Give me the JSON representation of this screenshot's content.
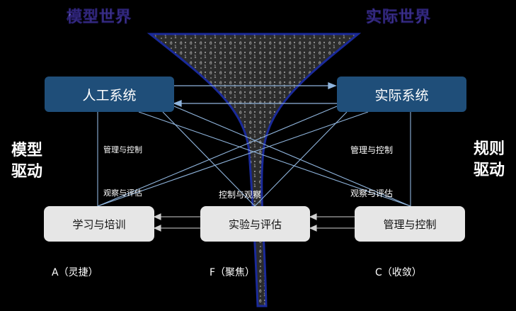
{
  "headings": {
    "left": "模型世界",
    "right": "实际世界"
  },
  "side_labels": {
    "left": [
      "模型",
      "驱动"
    ],
    "right": [
      "规则",
      "驱动"
    ]
  },
  "top_boxes": {
    "left": "人工系统",
    "right": "实际系统"
  },
  "bottom_boxes": {
    "left": "学习与培训",
    "center": "实验与评估",
    "right": "管理与控制"
  },
  "line_labels": {
    "left_upper": "管理与控制",
    "left_lower": "观察与评估",
    "center": "控制与观察",
    "right_upper": "管理与控制",
    "right_lower": "观察与评估"
  },
  "captions": {
    "a": "A（灵捷）",
    "f": "F（聚焦）",
    "c": "C（收敛）"
  },
  "colors": {
    "top_box": "#1f4e79",
    "bottom_box": "#e6e6e6",
    "connector": "#8fb4dc",
    "heading": "#7a6fd6"
  }
}
